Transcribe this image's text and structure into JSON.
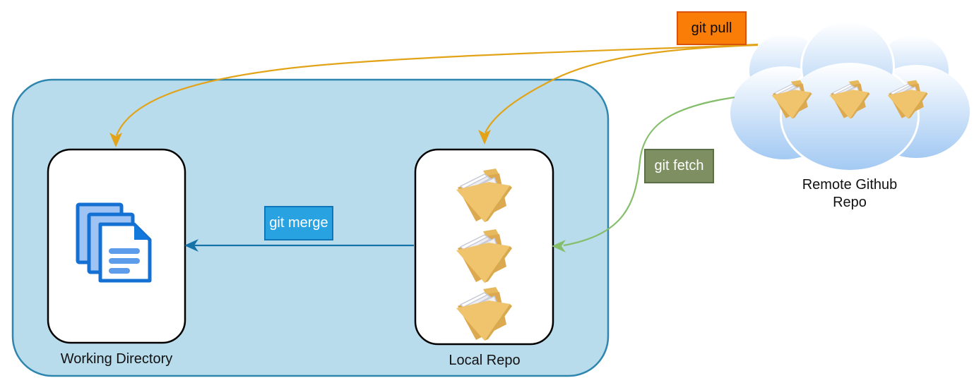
{
  "diagram": {
    "badges": {
      "pull_label": "git pull",
      "fetch_label": "git fetch",
      "merge_label": "git merge"
    },
    "nodes": {
      "working_directory_label": "Working Directory",
      "local_repo_label": "Local Repo",
      "remote_repo_label": "Remote Github Repo"
    },
    "icons": {
      "working_directory": "document-stack-icon",
      "local_repo": "folder-icon (x3)",
      "remote_repo": "cloud-icon containing folder-icon (x3)"
    },
    "colors": {
      "container_fill": "#B9DCEC",
      "container_border": "#2E86AE",
      "node_fill": "#FFFFFF",
      "node_border": "#000000",
      "pull_badge_fill": "#F97D06",
      "pull_badge_border": "#D9530E",
      "fetch_badge_fill": "#7E8F62",
      "fetch_badge_border": "#5C6E47",
      "merge_badge_fill": "#29A2E1",
      "merge_badge_border": "#0F76B8",
      "pull_arrow": "#E2A317",
      "fetch_arrow": "#85BE6B",
      "merge_arrow": "#1673A8",
      "folder_fill": "#EFC46D",
      "cloud_fill": "#A4CAF3",
      "document_blue": "#1470D2"
    }
  }
}
